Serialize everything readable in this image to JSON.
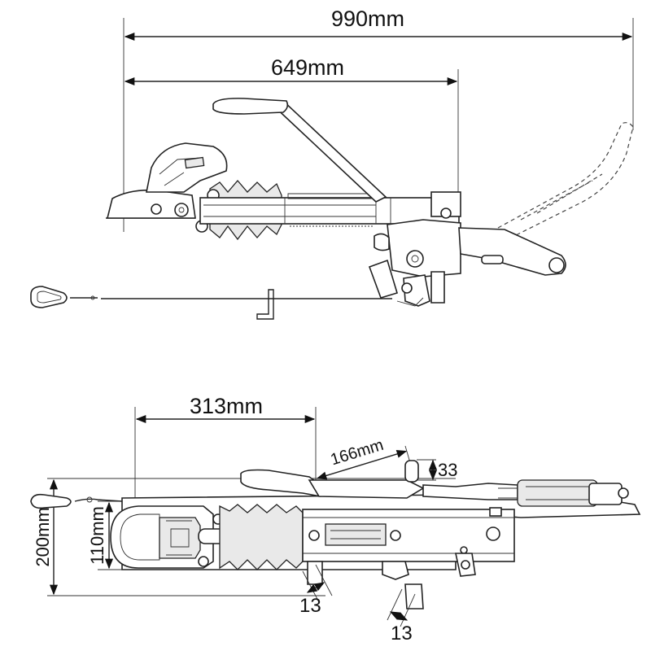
{
  "side_view": {
    "dim_overall": "990mm",
    "dim_to_pivot": "649mm"
  },
  "top_view": {
    "dim_coupling": "313mm",
    "dim_lever": "166mm",
    "dim_slot": "33",
    "dim_total_width": "200mm",
    "dim_body_width": "110mm",
    "dim_bolt_a": "13",
    "dim_bolt_b": "13"
  }
}
